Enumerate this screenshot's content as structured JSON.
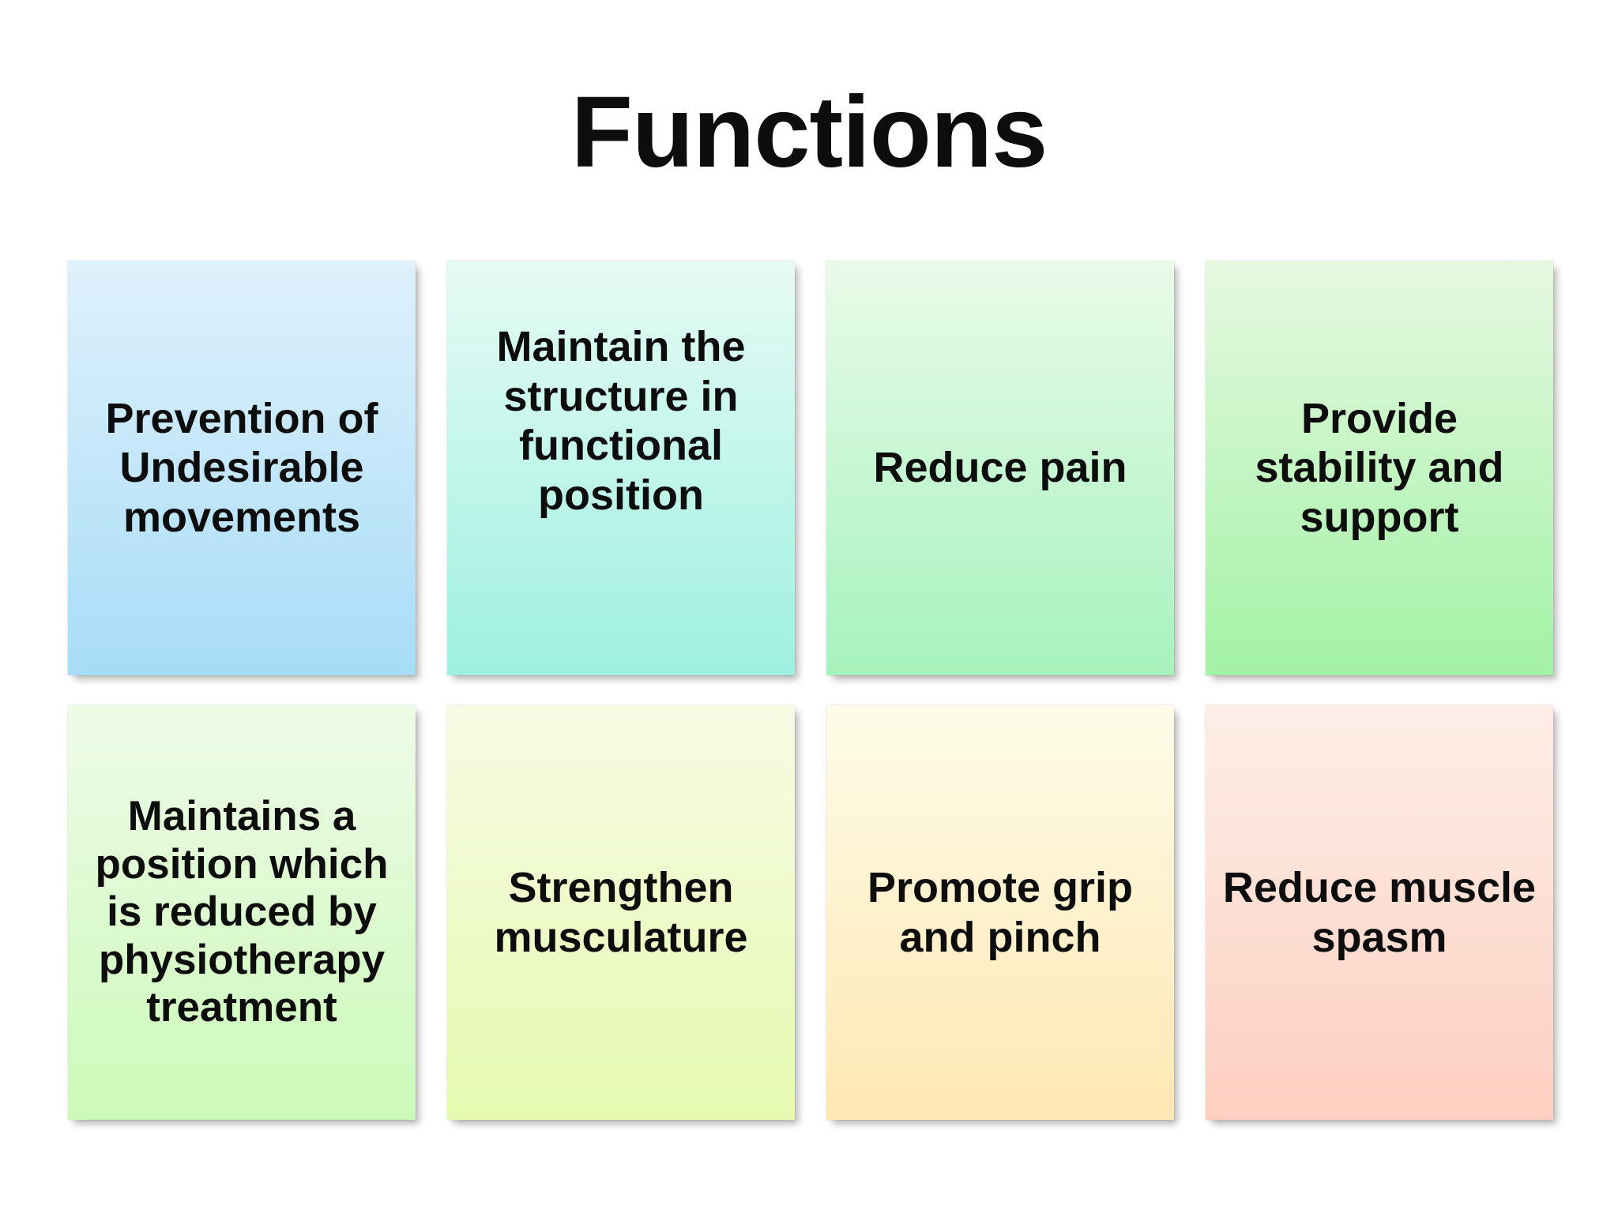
{
  "slide": {
    "title": "Functions",
    "background_color": "#ffffff",
    "text_color": "#0d0d0d"
  },
  "cards": [
    {
      "id": "prevention-of-undesirable-movements",
      "text": "Prevention of Undesirable movements",
      "color_top": "#dff1fc",
      "color_bottom": "#a8dcf7",
      "row": 1,
      "column": 1
    },
    {
      "id": "maintain-structure-functional-position",
      "text": "Maintain the structure in functional position",
      "color_top": "#e6fbf4",
      "color_bottom": "#9ef0e0",
      "row": 1,
      "column": 2
    },
    {
      "id": "reduce-pain",
      "text": "Reduce pain",
      "color_top": "#e9fbe9",
      "color_bottom": "#a6f2bd",
      "row": 1,
      "column": 3
    },
    {
      "id": "provide-stability-and-support",
      "text": "Provide stability and support",
      "color_top": "#e6f8e0",
      "color_bottom": "#a2f2a6",
      "row": 1,
      "column": 4
    },
    {
      "id": "maintains-a-position-reduced-by-physiotherapy",
      "text": "Maintains a position which is reduced by physiotherapy treatment",
      "color_top": "#eefbe8",
      "color_bottom": "#ccf9b9",
      "row": 2,
      "column": 1
    },
    {
      "id": "strengthen-musculature",
      "text": "Strengthen musculature",
      "color_top": "#f7fbe4",
      "color_bottom": "#e6fab0",
      "row": 2,
      "column": 2
    },
    {
      "id": "promote-grip-and-pinch",
      "text": "Promote grip and pinch",
      "color_top": "#fdfce8",
      "color_bottom": "#ffe7b3",
      "row": 2,
      "column": 3
    },
    {
      "id": "reduce-muscle-spasm",
      "text": "Reduce muscle spasm",
      "color_top": "#fdeee7",
      "color_bottom": "#fdcfc0",
      "row": 2,
      "column": 4
    }
  ]
}
